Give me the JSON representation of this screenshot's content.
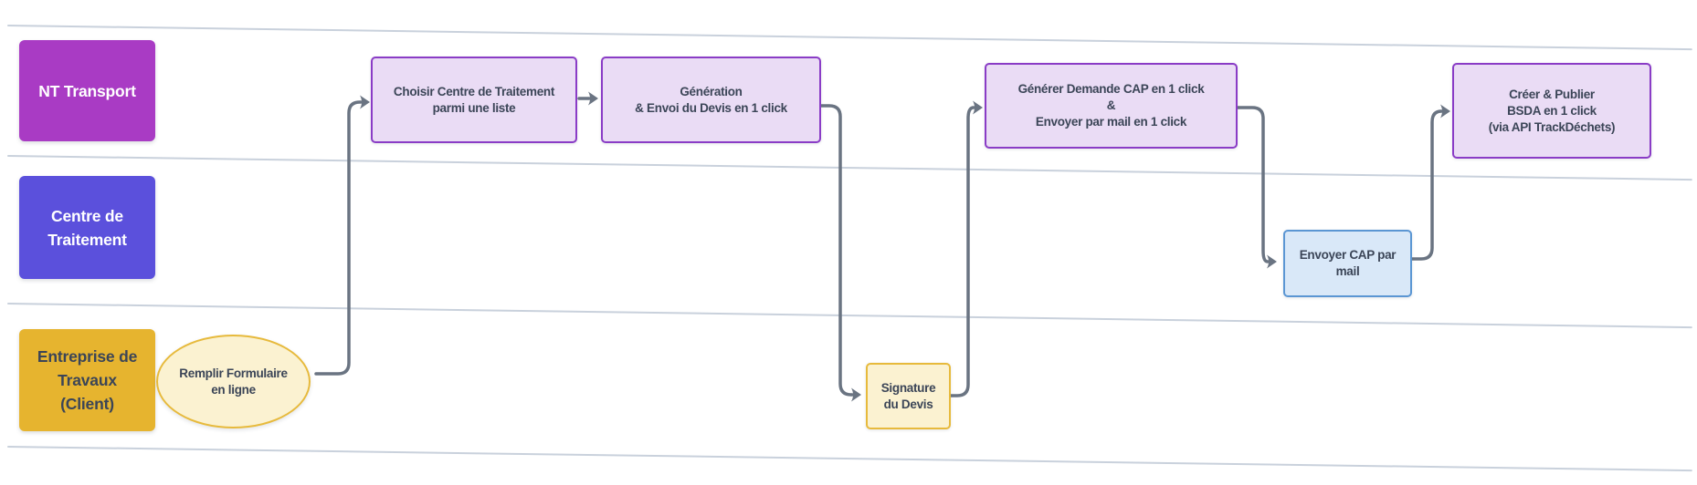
{
  "diagram": {
    "type": "swimlane-flowchart",
    "background": "#FFFFFF",
    "lane_line_color": "#C9D1DC",
    "arrow_color": "#6A7482",
    "lanes": {
      "transport": {
        "label": "NT Transport",
        "color": "#A93BC4",
        "text_color": "#FFFFFF"
      },
      "centre": {
        "label": "Centre de\nTraitement",
        "color": "#5B50DC",
        "text_color": "#FFFFFF"
      },
      "client": {
        "label": "Entreprise de\nTravaux\n(Client)",
        "color": "#E6B42F",
        "text_color": "#3B4557"
      }
    },
    "nodes": {
      "choisir": {
        "lane": "NT Transport",
        "shape": "rectangle",
        "fill": "#EADCF5",
        "border": "#8A3CC6",
        "label": "Choisir Centre de Traitement\nparmi une liste"
      },
      "devis": {
        "lane": "NT Transport",
        "shape": "rectangle",
        "fill": "#EADCF5",
        "border": "#8A3CC6",
        "label": "Génération\n& Envoi du Devis en 1 click"
      },
      "cap": {
        "lane": "NT Transport",
        "shape": "rectangle",
        "fill": "#EADCF5",
        "border": "#8A3CC6",
        "label": "Générer Demande CAP en 1 click\n&\nEnvoyer par mail en 1 click"
      },
      "bsda": {
        "lane": "NT Transport",
        "shape": "rectangle",
        "fill": "#EADCF5",
        "border": "#8A3CC6",
        "label": "Créer & Publier\nBSDA en 1 click\n(via API TrackDéchets)"
      },
      "envoyer_cap": {
        "lane": "Centre de Traitement",
        "shape": "rectangle",
        "fill": "#D9E8F8",
        "border": "#5B96D3",
        "label": "Envoyer CAP par\nmail"
      },
      "signature": {
        "lane": "Entreprise de Travaux (Client)",
        "shape": "rectangle",
        "fill": "#FBF2D1",
        "border": "#E7BA3C",
        "label": "Signature\ndu Devis"
      },
      "formulaire": {
        "lane": "Entreprise de Travaux (Client)",
        "shape": "ellipse",
        "fill": "#FBF2D1",
        "border": "#E7BA3C",
        "label": "Remplir Formulaire\nen ligne"
      }
    },
    "connections": [
      {
        "from": "formulaire",
        "to": "choisir"
      },
      {
        "from": "choisir",
        "to": "devis"
      },
      {
        "from": "devis",
        "to": "signature"
      },
      {
        "from": "signature",
        "to": "cap"
      },
      {
        "from": "cap",
        "to": "envoyer_cap"
      },
      {
        "from": "envoyer_cap",
        "to": "bsda"
      }
    ]
  }
}
